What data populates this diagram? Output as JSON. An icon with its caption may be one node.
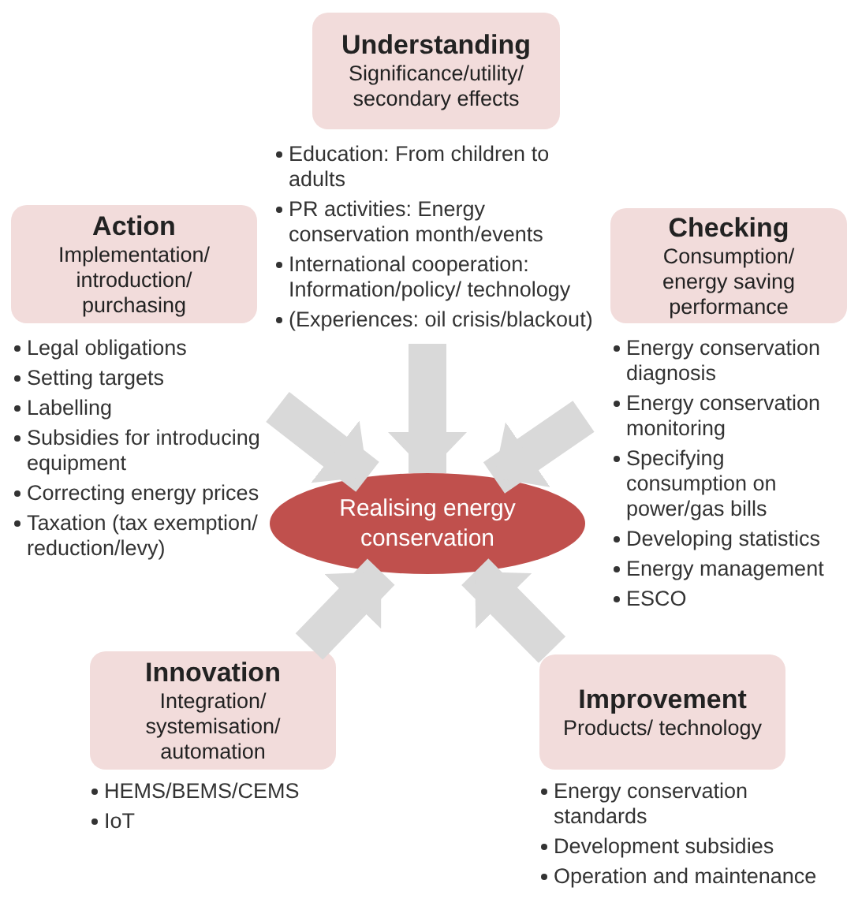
{
  "diagram": {
    "nodes": [
      {
        "text": [
          "Understanding",
          "Significance/utility/ secondary effects"
        ],
        "beside": [
          "Education: From children to adults",
          "PR activities: Energy conservation month/events",
          "International cooperation: Information/policy/ technology",
          "(Experiences: oil crisis/blackout)"
        ]
      },
      {
        "text": [
          "Action",
          "Implementation/ introduction/ purchasing"
        ],
        "beside": [
          "Legal obligations",
          "Setting targets",
          "Labelling",
          "Subsidies for introducing equipment",
          "Correcting energy prices",
          "Taxation (tax exemption/ reduction/levy)"
        ]
      },
      {
        "text": [
          "Checking",
          "Consumption/ energy saving performance"
        ],
        "beside": [
          "Energy conservation diagnosis",
          "Energy conservation monitoring",
          "Specifying consumption on power/gas bills",
          "Developing statistics",
          "Energy management",
          "ESCO"
        ]
      },
      {
        "text": [
          "Realising energy conservation"
        ]
      },
      {
        "text": [
          "Innovation",
          "Integration/ systemisation/ automation"
        ],
        "beside": [
          "HEMS/BEMS/CEMS",
          "IoT"
        ]
      },
      {
        "text": [
          "Improvement",
          "Products/ technology"
        ],
        "beside": [
          "Energy conservation standards",
          "Development subsidies",
          "Operation and maintenance"
        ]
      }
    ],
    "edges": [
      {
        "from": 0,
        "to": 3,
        "arrow": "to"
      },
      {
        "from": 1,
        "to": 3,
        "arrow": "to"
      },
      {
        "from": 2,
        "to": 3,
        "arrow": "to"
      },
      {
        "from": 4,
        "to": 3,
        "arrow": "to"
      },
      {
        "from": 5,
        "to": 3,
        "arrow": "to"
      }
    ]
  }
}
